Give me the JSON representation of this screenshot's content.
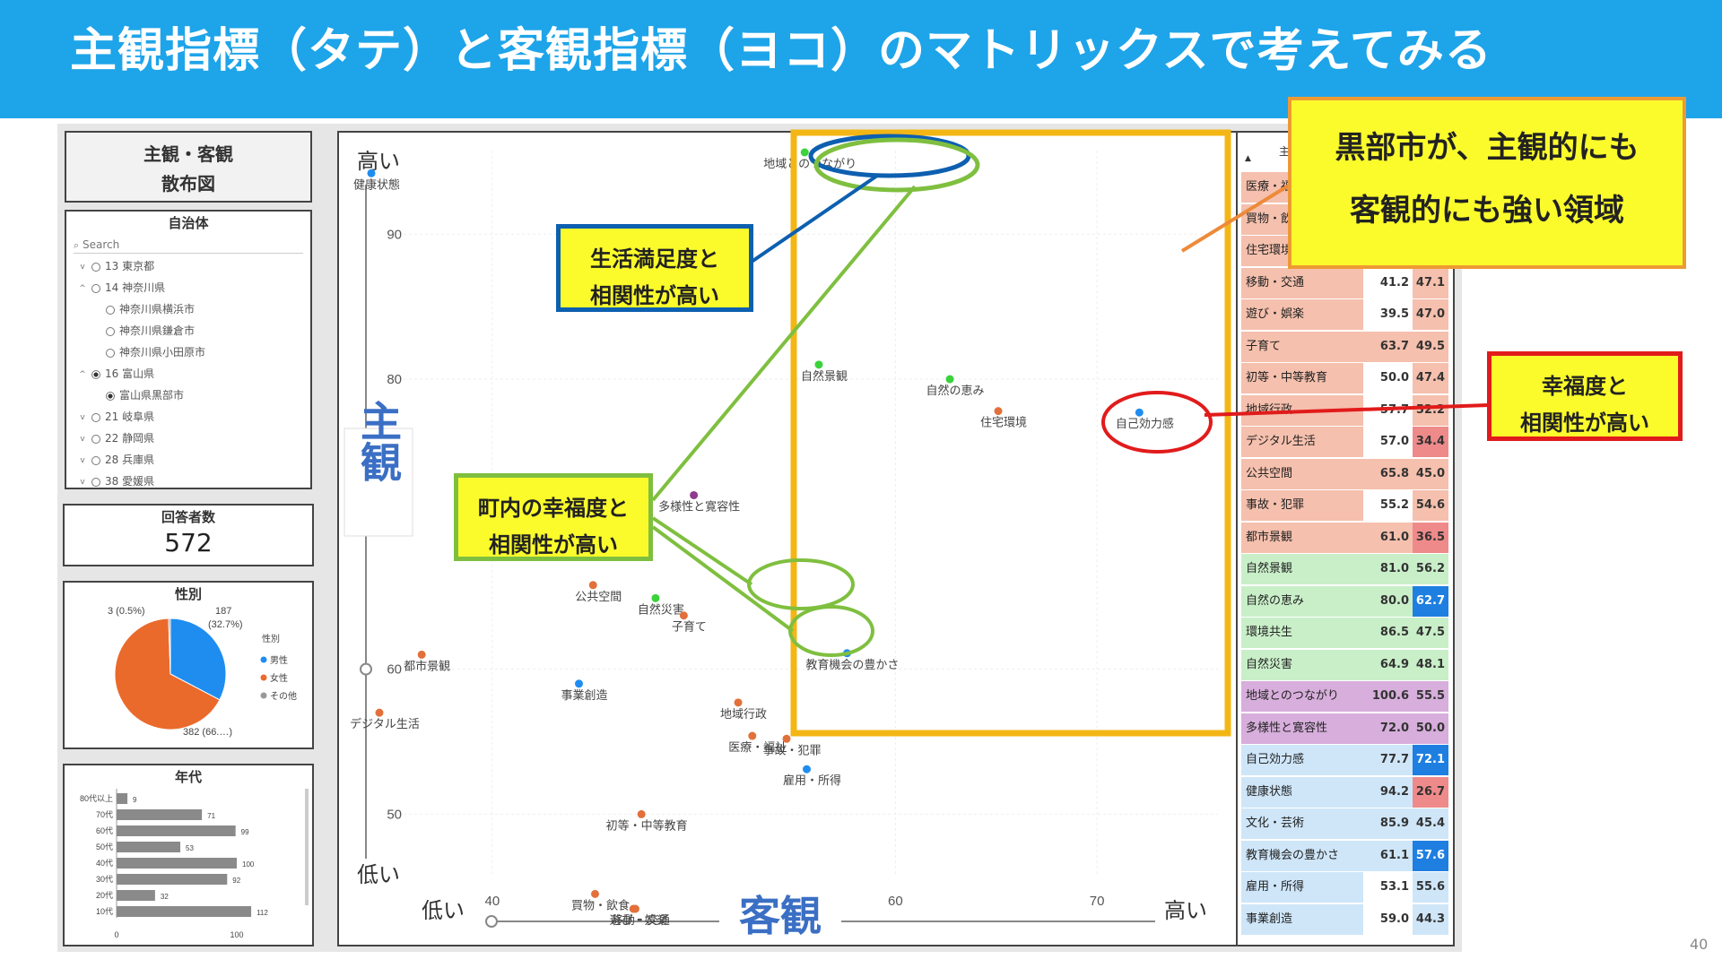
{
  "banner": {
    "title": "主観指標（タテ）と客観指標（ヨコ）のマトリックスで考えてみる"
  },
  "report_card": {
    "line1": "主観・客観",
    "line2": "散布図"
  },
  "municipality_slicer": {
    "title": "自治体",
    "search_placeholder": "Search",
    "items": [
      {
        "label": "13 東京都",
        "level": 0,
        "expanded": false,
        "selected": false
      },
      {
        "label": "14 神奈川県",
        "level": 0,
        "expanded": true,
        "selected": false
      },
      {
        "label": "神奈川県横浜市",
        "level": 1,
        "expanded": false,
        "selected": false
      },
      {
        "label": "神奈川県鎌倉市",
        "level": 1,
        "expanded": false,
        "selected": false
      },
      {
        "label": "神奈川県小田原市",
        "level": 1,
        "expanded": false,
        "selected": false
      },
      {
        "label": "16 富山県",
        "level": 0,
        "expanded": true,
        "selected": true
      },
      {
        "label": "富山県黒部市",
        "level": 1,
        "expanded": false,
        "selected": true
      },
      {
        "label": "21 岐阜県",
        "level": 0,
        "expanded": false,
        "selected": false
      },
      {
        "label": "22 静岡県",
        "level": 0,
        "expanded": false,
        "selected": false
      },
      {
        "label": "28 兵庫県",
        "level": 0,
        "expanded": false,
        "selected": false
      },
      {
        "label": "38 愛媛県",
        "level": 0,
        "expanded": false,
        "selected": false
      }
    ]
  },
  "respondents": {
    "title": "回答者数",
    "value": "572"
  },
  "gender": {
    "title": "性別",
    "legend_title": "性別",
    "labels": {
      "other": "3 (0.5%)",
      "male_count": "187",
      "male_pct": "(32.7%)",
      "female": "382 (66.…)"
    },
    "legend": [
      {
        "name": "男性",
        "color": "#1f8df0"
      },
      {
        "name": "女性",
        "color": "#ea6a2c"
      },
      {
        "name": "その他",
        "color": "#999999"
      }
    ],
    "values": [
      187,
      382,
      3
    ],
    "colors": [
      "#1f8df0",
      "#ea6a2c",
      "#999999"
    ]
  },
  "age": {
    "title": "年代",
    "max": 100,
    "axis_labels": [
      "0",
      "100"
    ],
    "rows": [
      {
        "label": "80代以上",
        "value": 9
      },
      {
        "label": "70代",
        "value": 71
      },
      {
        "label": "60代",
        "value": 99
      },
      {
        "label": "50代",
        "value": 53
      },
      {
        "label": "40代",
        "value": 100
      },
      {
        "label": "30代",
        "value": 92
      },
      {
        "label": "20代",
        "value": 32
      },
      {
        "label": "10代",
        "value": 112
      }
    ]
  },
  "chart_data": {
    "type": "scatter",
    "xlim": [
      34,
      76
    ],
    "ylim": [
      41,
      97
    ],
    "x_ticks": [
      40,
      60,
      70
    ],
    "y_ticks": [
      50,
      60,
      80,
      90
    ],
    "y_high": "高い",
    "y_low": "低い",
    "x_low": "低い",
    "x_high": "高い",
    "y_label": "主観",
    "x_label": "客観",
    "colors": {
      "blue": "#1f8df0",
      "green": "#3bd23b",
      "orange": "#e2703a",
      "purple": "#8e3a8e"
    },
    "points": [
      {
        "label": "健康状態",
        "x": 26.7,
        "y": 94.2,
        "color": "blue"
      },
      {
        "label": "環境共生",
        "x": 47.5,
        "y": 86.5,
        "color": "green"
      },
      {
        "label": "自然景観",
        "x": 56.2,
        "y": 81.0,
        "color": "green"
      },
      {
        "label": "自然の恵み",
        "x": 62.7,
        "y": 80.0,
        "color": "green"
      },
      {
        "label": "住宅環境",
        "x": 65.1,
        "y": 77.8,
        "color": "orange"
      },
      {
        "label": "自己効力感",
        "x": 72.1,
        "y": 77.7,
        "color": "blue"
      },
      {
        "label": "多様性と寛容性",
        "x": 50.0,
        "y": 72.0,
        "color": "purple"
      },
      {
        "label": "自然災害",
        "x": 48.1,
        "y": 64.9,
        "color": "green"
      },
      {
        "label": "公共空間",
        "x": 45.0,
        "y": 65.8,
        "color": "orange"
      },
      {
        "label": "子育て",
        "x": 49.5,
        "y": 63.7,
        "color": "orange"
      },
      {
        "label": "都市景観",
        "x": 36.5,
        "y": 61.0,
        "color": "orange"
      },
      {
        "label": "教育機会の豊かさ",
        "x": 57.6,
        "y": 61.1,
        "color": "blue"
      },
      {
        "label": "事業創造",
        "x": 44.3,
        "y": 59.0,
        "color": "blue"
      },
      {
        "label": "地域行政",
        "x": 52.2,
        "y": 57.7,
        "color": "orange"
      },
      {
        "label": "デジタル生活",
        "x": 34.4,
        "y": 57.0,
        "color": "orange"
      },
      {
        "label": "医療・福祉",
        "x": 52.9,
        "y": 55.4,
        "color": "orange"
      },
      {
        "label": "事故・犯罪",
        "x": 54.6,
        "y": 55.2,
        "color": "orange"
      },
      {
        "label": "雇用・所得",
        "x": 55.6,
        "y": 53.1,
        "color": "blue"
      },
      {
        "label": "初等・中等教育",
        "x": 47.4,
        "y": 50.0,
        "color": "orange"
      },
      {
        "label": "買物・飲食",
        "x": 45.1,
        "y": 44.5,
        "color": "orange"
      },
      {
        "label": "移動・交通",
        "x": 47.1,
        "y": 41.2,
        "color": "orange"
      },
      {
        "label": "遊び・娯楽",
        "x": 47.0,
        "y": 39.5,
        "color": "orange"
      },
      {
        "label": "地域とのつながり",
        "x": 55.5,
        "y": 100.6,
        "color": "green"
      }
    ]
  },
  "table": {
    "header": "主",
    "rows": [
      {
        "name": "医療・福祉",
        "v1": "55.4",
        "v2": "52.9",
        "group": "orange"
      },
      {
        "name": "買物・飲食",
        "v1": "44.5",
        "v2": "45.1",
        "group": "orange"
      },
      {
        "name": "住宅環境",
        "v1": "77.8",
        "v2": "65.1",
        "group": "orange"
      },
      {
        "name": "移動・交通",
        "v1": "41.2",
        "v2": "47.1",
        "group": "orange"
      },
      {
        "name": "遊び・娯楽",
        "v1": "39.5",
        "v2": "47.0",
        "group": "orange"
      },
      {
        "name": "子育て",
        "v1": "63.7",
        "v2": "49.5",
        "group": "orange"
      },
      {
        "name": "初等・中等教育",
        "v1": "50.0",
        "v2": "47.4",
        "group": "orange"
      },
      {
        "name": "地域行政",
        "v1": "57.7",
        "v2": "52.2",
        "group": "orange"
      },
      {
        "name": "デジタル生活",
        "v1": "57.0",
        "v2": "34.4",
        "group": "orange"
      },
      {
        "name": "公共空間",
        "v1": "65.8",
        "v2": "45.0",
        "group": "orange"
      },
      {
        "name": "事故・犯罪",
        "v1": "55.2",
        "v2": "54.6",
        "group": "orange"
      },
      {
        "name": "都市景観",
        "v1": "61.0",
        "v2": "36.5",
        "group": "orange"
      },
      {
        "name": "自然景観",
        "v1": "81.0",
        "v2": "56.2",
        "group": "green"
      },
      {
        "name": "自然の恵み",
        "v1": "80.0",
        "v2": "62.7",
        "group": "green"
      },
      {
        "name": "環境共生",
        "v1": "86.5",
        "v2": "47.5",
        "group": "green"
      },
      {
        "name": "自然災害",
        "v1": "64.9",
        "v2": "48.1",
        "group": "green"
      },
      {
        "name": "地域とのつながり",
        "v1": "100.6",
        "v2": "55.5",
        "group": "purple"
      },
      {
        "name": "多様性と寛容性",
        "v1": "72.0",
        "v2": "50.0",
        "group": "purple"
      },
      {
        "name": "自己効力感",
        "v1": "77.7",
        "v2": "72.1",
        "group": "blue"
      },
      {
        "name": "健康状態",
        "v1": "94.2",
        "v2": "26.7",
        "group": "blue"
      },
      {
        "name": "文化・芸術",
        "v1": "85.9",
        "v2": "45.4",
        "group": "blue"
      },
      {
        "name": "教育機会の豊かさ",
        "v1": "61.1",
        "v2": "57.6",
        "group": "blue"
      },
      {
        "name": "雇用・所得",
        "v1": "53.1",
        "v2": "55.6",
        "group": "blue"
      },
      {
        "name": "事業創造",
        "v1": "59.0",
        "v2": "44.3",
        "group": "blue"
      }
    ],
    "group_colors": {
      "orange": "#f5c0ad",
      "green": "#c9efc9",
      "purple": "#d7aedc",
      "blue": "#cfe6f9"
    }
  },
  "callouts": {
    "yellow": {
      "line1": "黒部市が、主観的にも",
      "line2": "客観的にも強い領域"
    },
    "blue": {
      "line1": "生活満足度と",
      "line2": "相関性が高い"
    },
    "green": {
      "line1": "町内の幸福度と",
      "line2": "相関性が高い"
    },
    "red": {
      "line1": "幸福度と",
      "line2": "相関性が高い"
    }
  },
  "page_number": "40"
}
